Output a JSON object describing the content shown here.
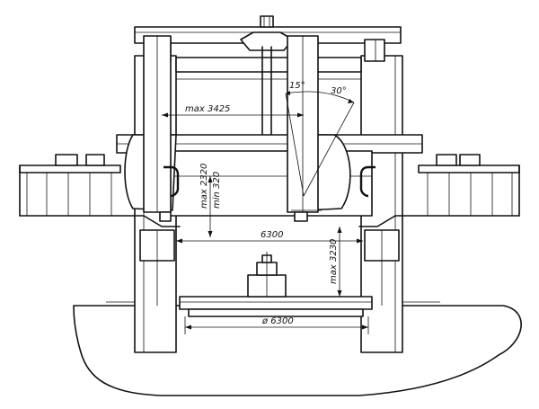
{
  "labels": {
    "max_width": "max 3425",
    "angle_left": "15°",
    "angle_right": "30°",
    "rail_max": "max 2320",
    "rail_min": "min 320",
    "span": "6300",
    "height_max": "max 3230",
    "table_diameter": "ø 6300"
  }
}
